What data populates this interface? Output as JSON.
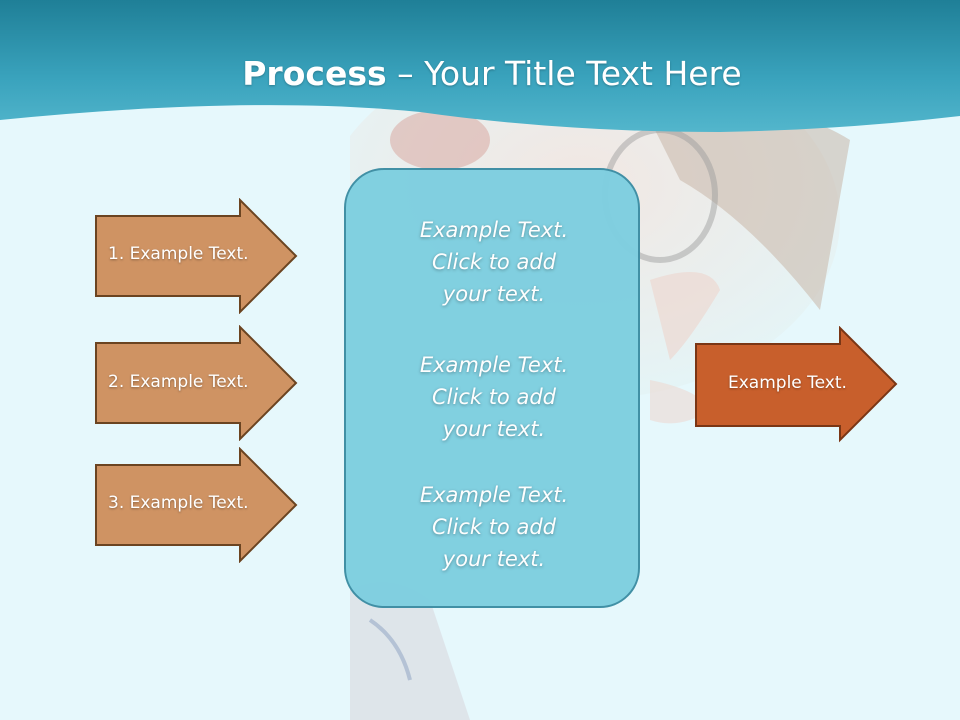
{
  "title": {
    "bold": "Process",
    "rest": " – Your Title Text Here"
  },
  "colors": {
    "header": "#3aa3bd",
    "background": "#e6f8fc",
    "input_arrow_fill": "#cf9363",
    "input_arrow_stroke": "#6b4421",
    "output_arrow_fill": "#c85f2c",
    "output_arrow_stroke": "#7a3615",
    "center_box_fill": "#7ecfe0",
    "center_box_stroke": "#3c8da3"
  },
  "input_arrows": [
    {
      "label": "1. Example Text."
    },
    {
      "label": "2. Example Text."
    },
    {
      "label": "3. Example Text."
    }
  ],
  "center_blocks": [
    {
      "line1": "Example Text.",
      "line2": "Click  to add",
      "line3": "your text."
    },
    {
      "line1": "Example Text.",
      "line2": "Click  to add",
      "line3": "your text."
    },
    {
      "line1": "Example Text.",
      "line2": "Click  to add",
      "line3": "your text."
    }
  ],
  "output_arrow": {
    "label": "Example Text."
  }
}
